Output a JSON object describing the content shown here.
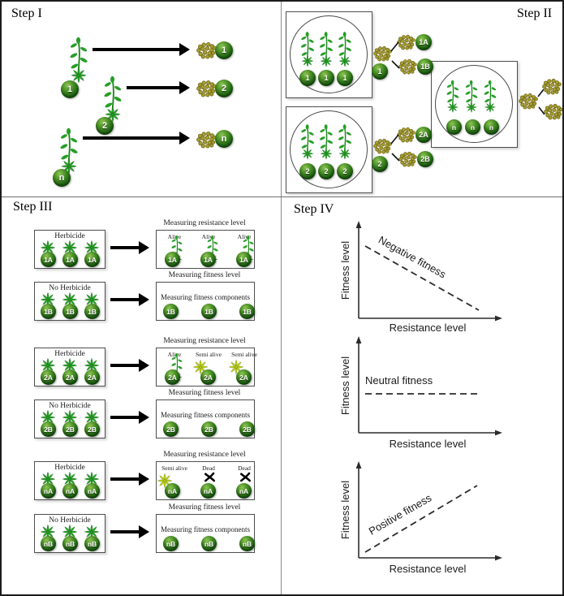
{
  "step1": {
    "title": "Step I",
    "rows": [
      {
        "plant_label": "1",
        "seed_label": "1"
      },
      {
        "plant_label": "2",
        "seed_label": "2"
      },
      {
        "plant_label": "n",
        "seed_label": "n"
      }
    ]
  },
  "step2": {
    "title": "Step II",
    "groups": [
      {
        "plant_label": "1",
        "source_label": "1",
        "target_a": "1A",
        "target_b": "1B"
      },
      {
        "plant_label": "2",
        "source_label": "2",
        "target_a": "2A",
        "target_b": "2B"
      },
      {
        "plant_label": "n"
      }
    ]
  },
  "step3": {
    "title": "Step III",
    "labels": {
      "measuring_resistance": "Measuring resistance level",
      "measuring_fitness": "Measuring fitness level",
      "fitness_components": "Measuring fitness components"
    },
    "rows": [
      {
        "treatment": "Herbicide",
        "ball": "1A",
        "statuses": [
          "Alive",
          "Alive",
          "Alive"
        ]
      },
      {
        "treatment": "No Herbicide",
        "ball": "1B"
      },
      {
        "treatment": "Herbicide",
        "ball": "2A",
        "statuses": [
          "Alive",
          "Semi alive",
          "Semi alive"
        ]
      },
      {
        "treatment": "No Herbicide",
        "ball": "2B"
      },
      {
        "treatment": "Herbicide",
        "ball": "nA",
        "statuses": [
          "Semi alive",
          "Dead",
          "Dead"
        ]
      },
      {
        "treatment": "No Herbicide",
        "ball": "nB"
      }
    ]
  },
  "step4": {
    "title": "Step IV",
    "graphs": [
      {
        "line_label": "Negative fitness",
        "trend": "decreasing",
        "ylabel": "Fitness level",
        "xlabel": "Resistance level"
      },
      {
        "line_label": "Neutral fitness",
        "trend": "flat",
        "ylabel": "Fitness level",
        "xlabel": "Resistance level"
      },
      {
        "line_label": "Positive fitness",
        "trend": "increasing",
        "ylabel": "Fitness level",
        "xlabel": "Resistance level"
      }
    ]
  },
  "colors": {
    "plant_green": "#23a123",
    "semi_alive_green": "#b8cf17",
    "seed_olive": "#a79e2d",
    "ball_green_dark": "#1d6212"
  }
}
